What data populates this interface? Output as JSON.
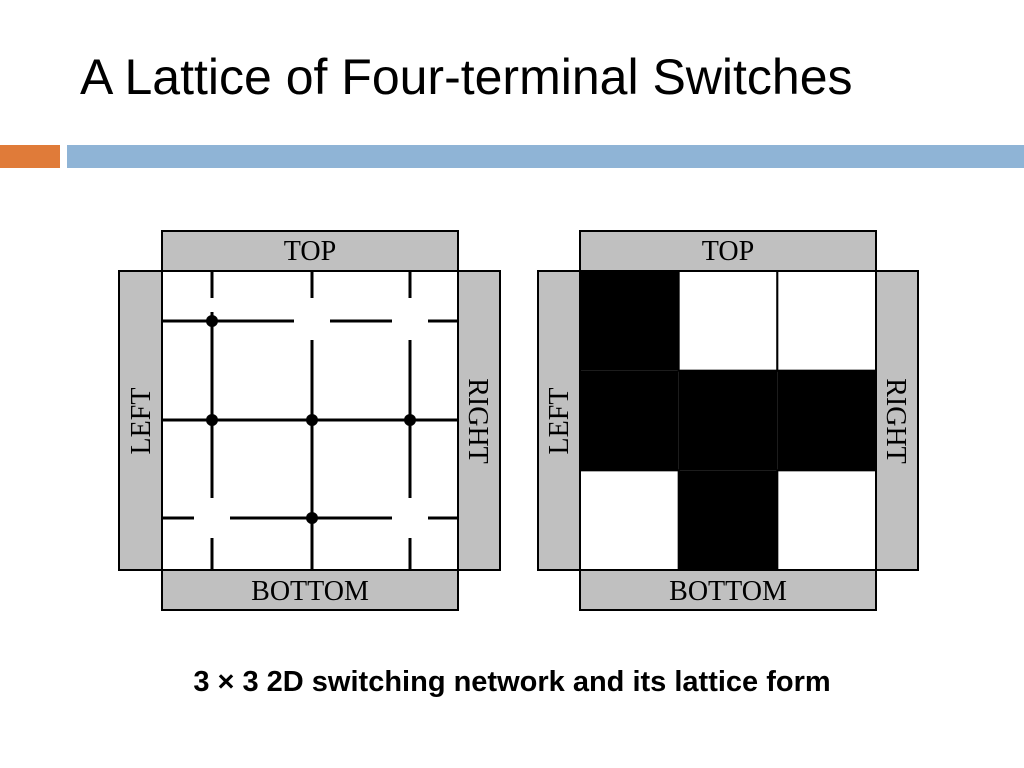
{
  "slide": {
    "title": "A Lattice of Four-terminal Switches",
    "caption": "3 × 3 2D switching network and its lattice form"
  },
  "colors": {
    "accent_orange": "#E07B39",
    "accent_blue": "#8FB4D6",
    "terminal_fill": "#C0C0C0",
    "ink": "#000000"
  },
  "network": {
    "terminals": {
      "top": "TOP",
      "bottom": "BOTTOM",
      "left": "LEFT",
      "right": "RIGHT"
    }
  },
  "lattice": {
    "terminals": {
      "top": "TOP",
      "bottom": "BOTTOM",
      "left": "LEFT",
      "right": "RIGHT"
    },
    "grid": [
      [
        1,
        0,
        0
      ],
      [
        1,
        1,
        1
      ],
      [
        0,
        1,
        0
      ]
    ]
  }
}
